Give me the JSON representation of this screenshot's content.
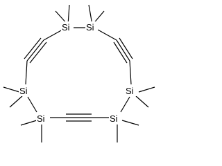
{
  "molecule": {
    "atoms": [
      {
        "id": "si1",
        "label": "Si"
      },
      {
        "id": "si2",
        "label": "Si"
      },
      {
        "id": "si3",
        "label": "Si"
      },
      {
        "id": "si4",
        "label": "Si"
      },
      {
        "id": "si5",
        "label": "Si"
      },
      {
        "id": "si6",
        "label": "Si"
      }
    ],
    "bonds": [
      {
        "from": "si1",
        "to": "si2",
        "order": 1
      },
      {
        "from": "si2",
        "to": "si4",
        "order": 3,
        "via": "C≡C"
      },
      {
        "from": "si4",
        "to": "si6",
        "order": 1
      },
      {
        "from": "si6",
        "to": "si5",
        "order": 3,
        "via": "C≡C"
      },
      {
        "from": "si5",
        "to": "si3",
        "order": 1
      },
      {
        "from": "si3",
        "to": "si1",
        "order": 3,
        "via": "C≡C"
      }
    ],
    "methyl_count": 12,
    "colors": {
      "bond": "#000000",
      "text": "#000000",
      "background": "#ffffff"
    }
  }
}
